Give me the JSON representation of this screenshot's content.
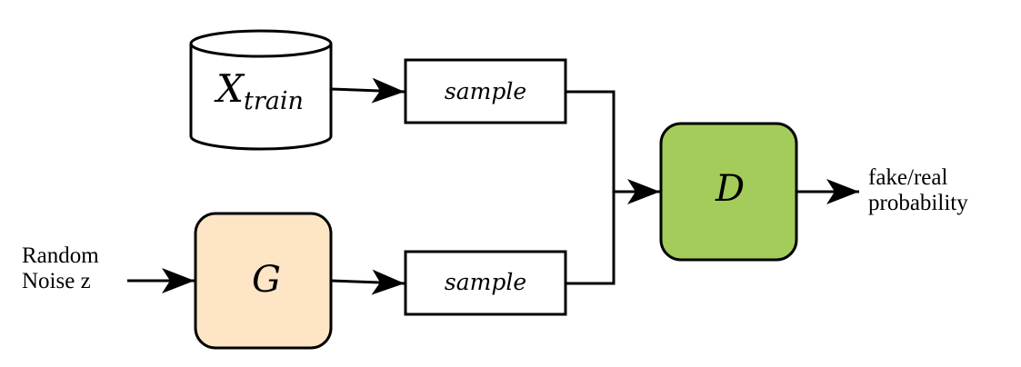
{
  "nodes": {
    "dataset": {
      "base": "X",
      "subscript": "train"
    },
    "sample_top": {
      "label": "sample"
    },
    "sample_bottom": {
      "label": "sample"
    },
    "generator": {
      "label": "G",
      "fill": "#fde5c6"
    },
    "discriminator": {
      "label": "D",
      "fill": "#a3cc5a"
    }
  },
  "input": {
    "line1": "Random",
    "line2": "Noise z"
  },
  "output": {
    "line1": "fake/real",
    "line2": "probability"
  },
  "colors": {
    "stroke": "#000000",
    "generator_fill": "#fde5c6",
    "discriminator_fill": "#a3cc5a"
  }
}
